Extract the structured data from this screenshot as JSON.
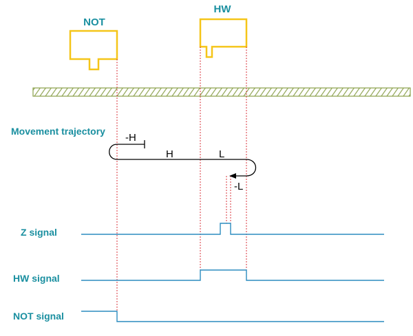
{
  "sensors": {
    "not_label": "NOT",
    "hw_label": "HW"
  },
  "trajectory": {
    "title": "Movement trajectory",
    "neg_h": "-H",
    "h": "H",
    "l": "L",
    "neg_l": "-L"
  },
  "signals": {
    "z_label": "Z signal",
    "hw_label": "HW signal",
    "not_label": "NOT signal"
  },
  "colors": {
    "teal_text": "#1a8fa0",
    "sensor_outline": "#f5c518",
    "signal_line": "#2a8bbf",
    "guide_line": "#d9303a",
    "hatch": "#8aa04a",
    "trajectory_line": "#000000"
  }
}
